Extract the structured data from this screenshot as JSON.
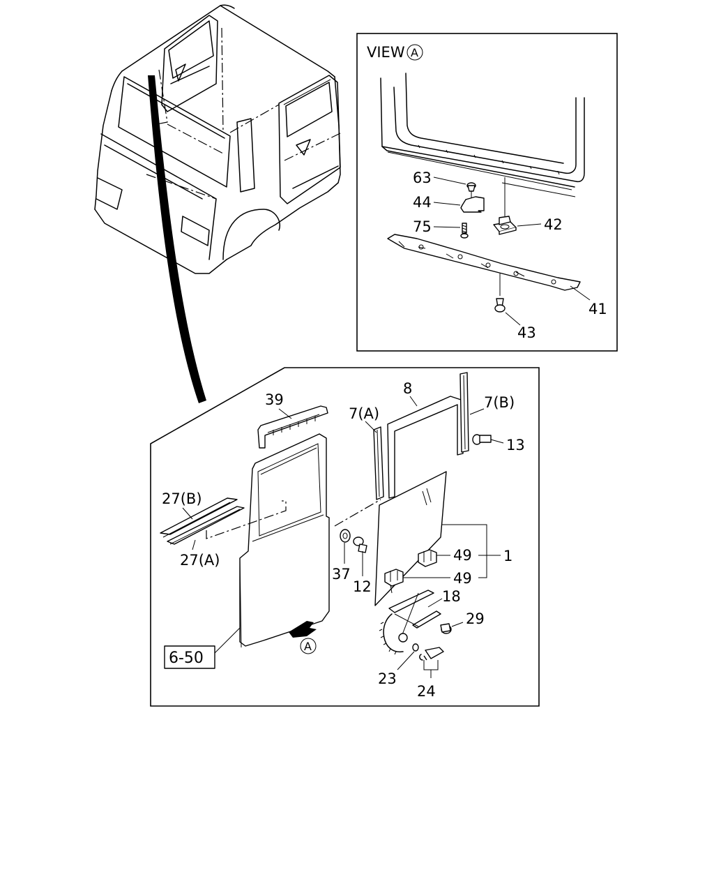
{
  "view_title": "VIEW",
  "view_marker": "A",
  "section_marker": "A",
  "reference_box": "6-50",
  "callouts": {
    "p63": "63",
    "p44": "44",
    "p75": "75",
    "p42": "42",
    "p41": "41",
    "p43": "43",
    "p39": "39",
    "p8": "8",
    "p7a": "7(A)",
    "p7b": "7(B)",
    "p13": "13",
    "p27b": "27(B)",
    "p27a": "27(A)",
    "p37": "37",
    "p12": "12",
    "p49a": "49",
    "p49b": "49",
    "p1": "1",
    "p18": "18",
    "p29": "29",
    "p23": "23",
    "p24": "24"
  }
}
